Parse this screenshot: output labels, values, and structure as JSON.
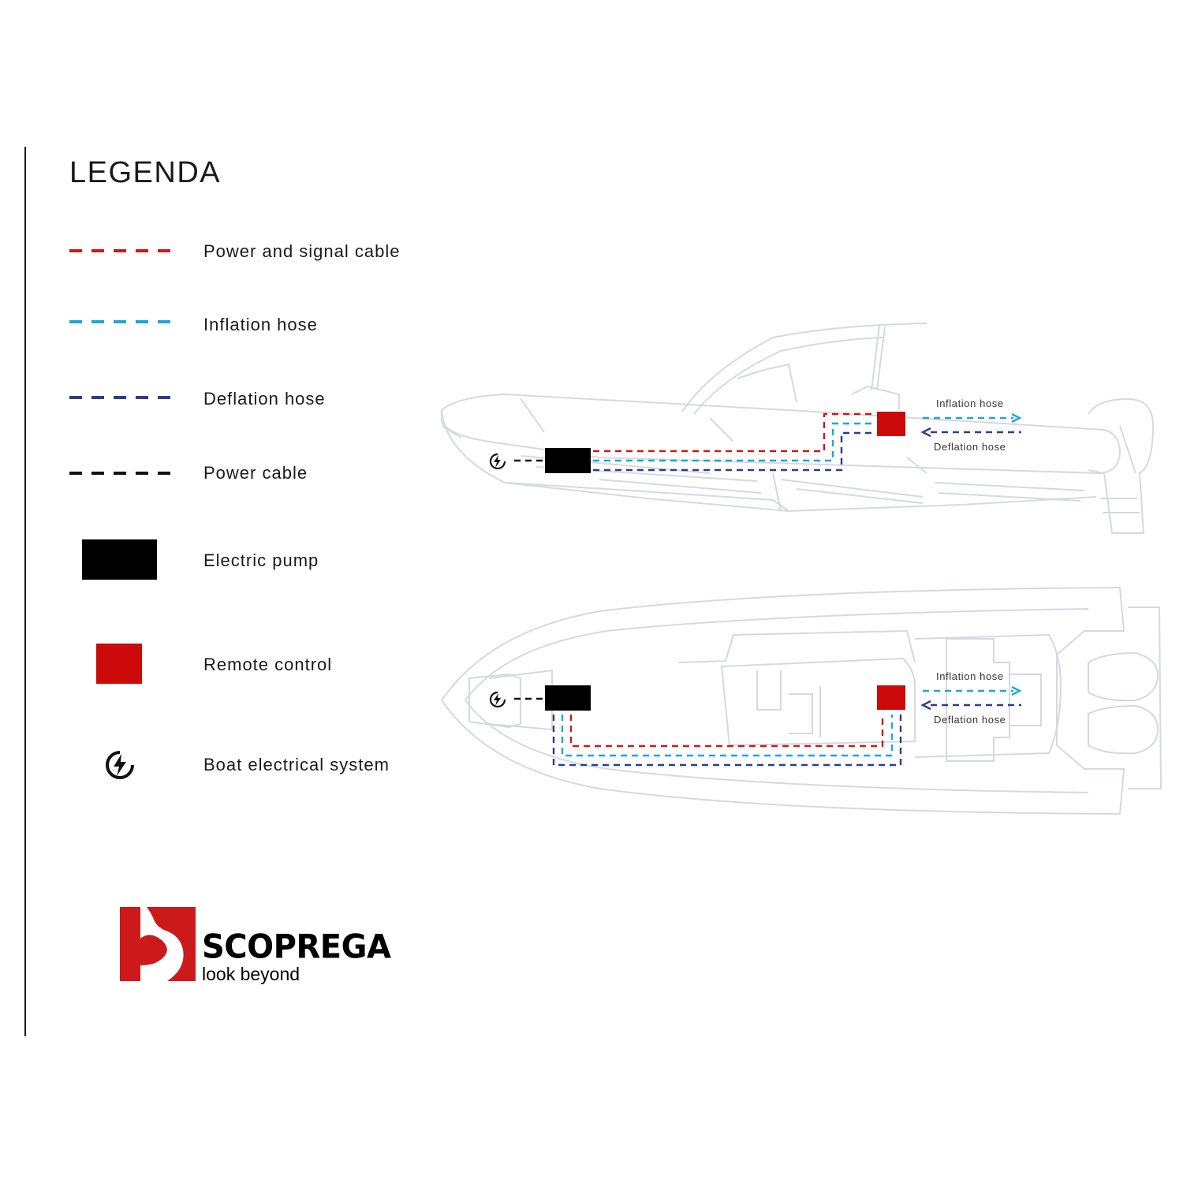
{
  "legend": {
    "title": "LEGENDA",
    "items": [
      {
        "label": "Power and signal cable",
        "kind": "dash",
        "color": "#cc1a1a"
      },
      {
        "label": "Inflation hose",
        "kind": "dash",
        "color": "#1ea6dc"
      },
      {
        "label": "Deflation hose",
        "kind": "dash",
        "color": "#2a3f8c"
      },
      {
        "label": "Power cable",
        "kind": "dash",
        "color": "#111111"
      },
      {
        "label": "Electric pump",
        "kind": "box",
        "color": "#000000"
      },
      {
        "label": "Remote control",
        "kind": "box",
        "color": "#cc0a0a"
      },
      {
        "label": "Boat electrical system",
        "kind": "icon",
        "icon": "lightning-bolt-icon"
      }
    ]
  },
  "diagrams": {
    "side_view": {
      "inflation_label": "Inflation hose",
      "deflation_label": "Deflation hose"
    },
    "top_view": {
      "inflation_label": "Inflation hose",
      "deflation_label": "Deflation hose"
    }
  },
  "brand": {
    "name": "SCOPREGA",
    "tagline": "look beyond",
    "color": "#cc1a1a"
  }
}
